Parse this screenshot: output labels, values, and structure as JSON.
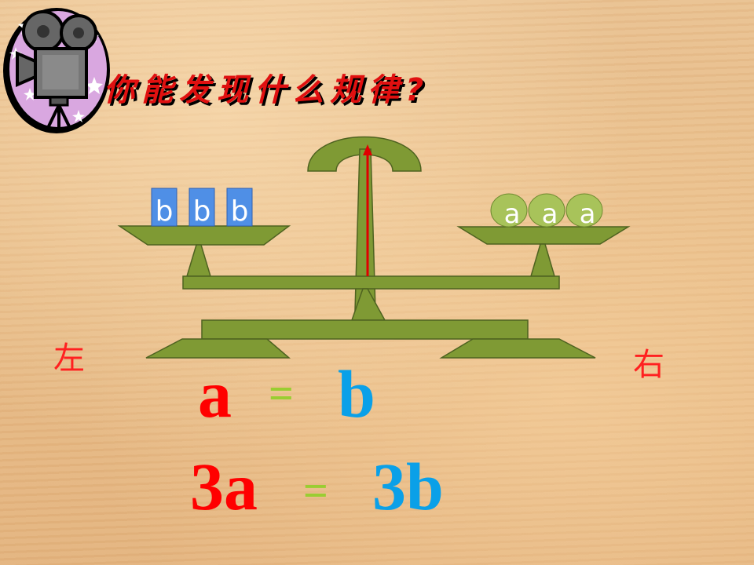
{
  "title": "你能发现什么规律?",
  "scale": {
    "left_items": [
      "b",
      "b",
      "b"
    ],
    "right_items": [
      "a",
      "a",
      "a"
    ],
    "left_label": "左",
    "right_label": "右"
  },
  "equation1": {
    "left": "a",
    "sign": "=",
    "right": "b"
  },
  "equation2": {
    "left": "3a",
    "sign": "=",
    "right": "3b"
  },
  "colors": {
    "title": "#e01010",
    "scale_green": "#7f9a34",
    "block_blue": "#4f8fe6",
    "ball_green": "#a8c35a",
    "needle": "#e00000",
    "eq_left": "#ff0000",
    "eq_sign": "#9acd32",
    "eq_right": "#0aa0e8"
  },
  "icons": [
    "film-camera-icon"
  ]
}
